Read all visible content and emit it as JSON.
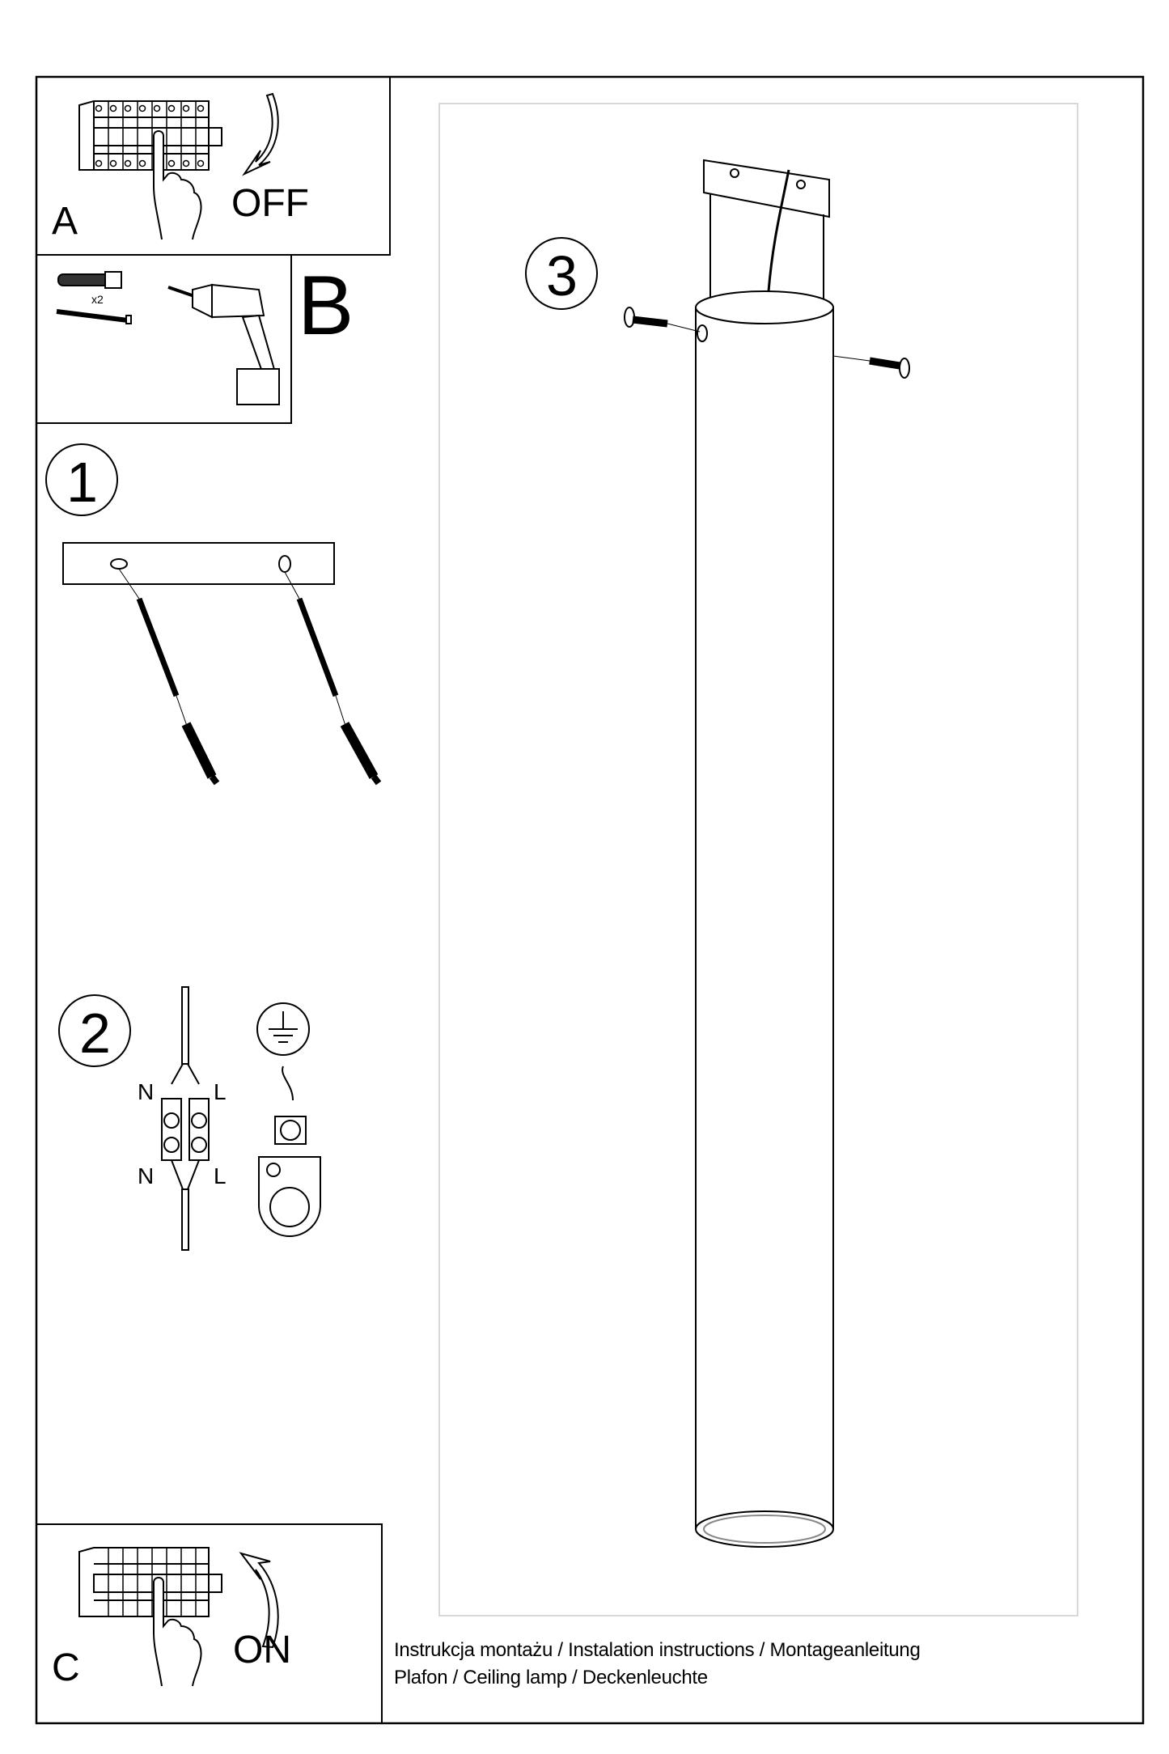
{
  "panel_a": {
    "letter": "A",
    "state": "OFF"
  },
  "panel_b": {
    "letter": "B",
    "quantity": "x2"
  },
  "panel_c": {
    "letter": "C",
    "state": "ON"
  },
  "steps": {
    "one": "1",
    "two": "2",
    "three": "3"
  },
  "wiring": {
    "top_left": "N",
    "top_right": "L",
    "bottom_left": "N",
    "bottom_right": "L"
  },
  "footer": {
    "line1": "Instrukcja montażu / Instalation instructions / Montageanleitung",
    "line2": "Plafon / Ceiling lamp / Deckenleuchte"
  }
}
